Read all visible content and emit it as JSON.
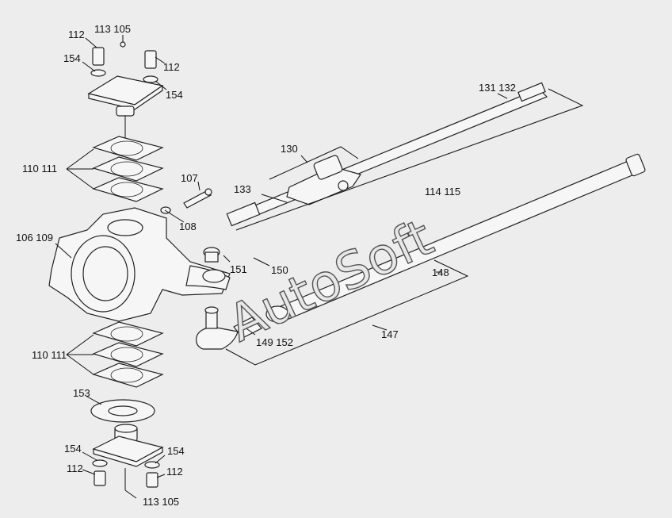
{
  "callouts": {
    "l_112_a": "112",
    "l_113_105_a": "113  105",
    "l_154_a": "154",
    "l_112_b": "112",
    "l_154_b": "154",
    "l_131_132": "131  132",
    "l_130": "130",
    "l_110_111_a": "110 111",
    "l_107": "107",
    "l_133": "133",
    "l_114_115": "114 115",
    "l_108": "108",
    "l_106_109": "106 109",
    "l_151": "151",
    "l_150": "150",
    "l_148": "148",
    "l_149_152": "149 152",
    "l_147": "147",
    "l_110_111_b": "110 111",
    "l_153": "153",
    "l_154_c": "154",
    "l_154_d": "154",
    "l_112_c": "112",
    "l_112_d": "112",
    "l_113_105_b": "113  105"
  },
  "watermark": "AutoSoft"
}
